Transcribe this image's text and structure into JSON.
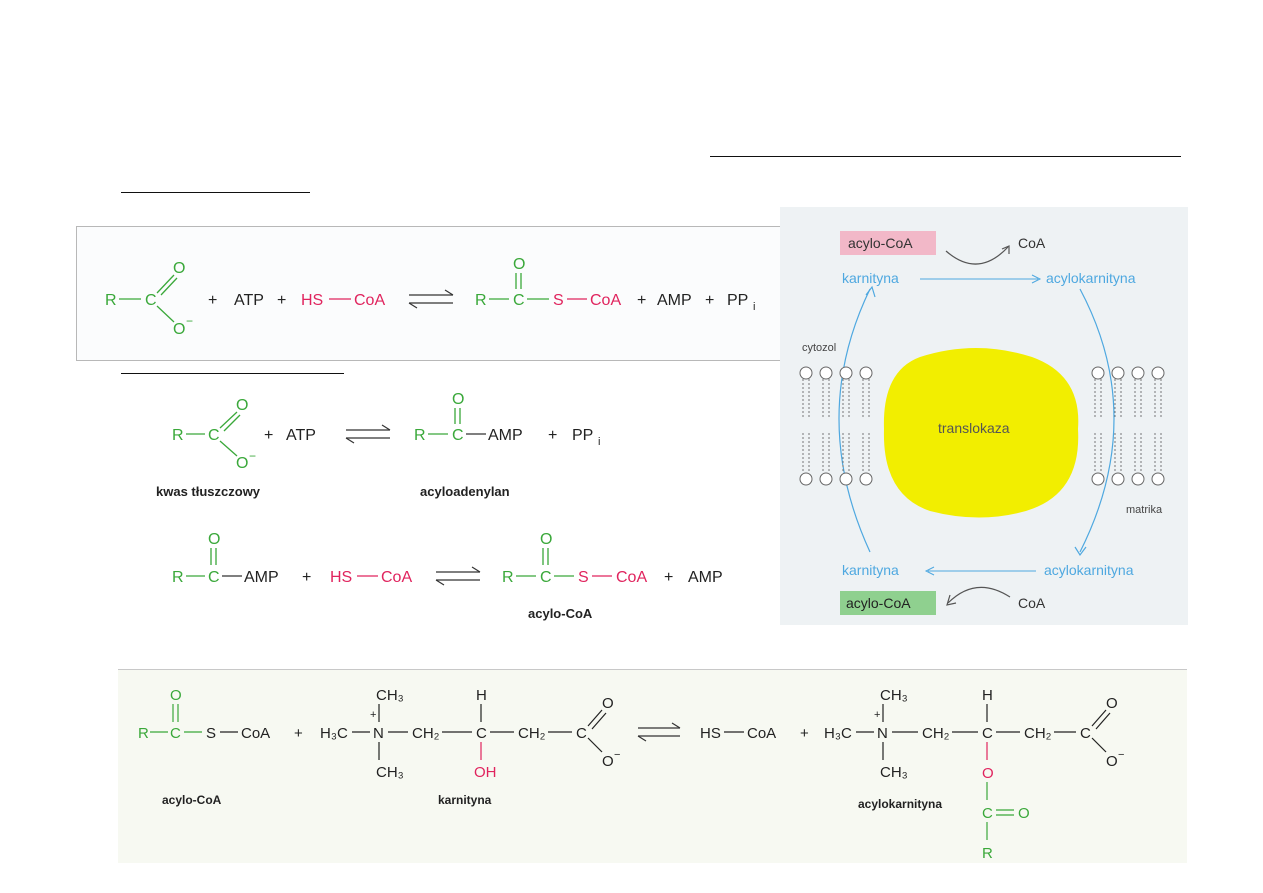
{
  "colors": {
    "acyl_group": "#3aa83a",
    "coa_thiol": "#e0245e",
    "carnitine_arrow": "#4ea8e0",
    "translocase": "#f2ee00",
    "acylcoa_cytosol_box": "#f2b8c8",
    "acylcoa_matrix_box": "#8fd08f"
  },
  "reaction_overall": {
    "R": "R",
    "C": "C",
    "O_top": "O",
    "O_minus": "O",
    "charge": "−",
    "plus1": "+",
    "ATP": "ATP",
    "plus2": "+",
    "HS": "HS",
    "CoA": "CoA",
    "prod_R": "R",
    "prod_C": "C",
    "prod_O": "O",
    "prod_S": "S",
    "prod_CoA": "CoA",
    "plus3": "+",
    "AMP": "AMP",
    "plus4": "+",
    "PP": "PP",
    "PP_sub": "i"
  },
  "reaction_step1": {
    "R": "R",
    "C": "C",
    "O_top": "O",
    "O_minus": "O",
    "charge": "−",
    "plus1": "+",
    "ATP": "ATP",
    "prod_R": "R",
    "prod_C": "C",
    "prod_O": "O",
    "prod_AMP": "AMP",
    "plus2": "+",
    "PP": "PP",
    "PP_sub": "i",
    "label_fatty_acid": "kwas tłuszczowy",
    "label_acyladenylate": "acyloadenylan"
  },
  "reaction_step2": {
    "R": "R",
    "C": "C",
    "O_top": "O",
    "AMP": "AMP",
    "plus1": "+",
    "HS": "HS",
    "CoA": "CoA",
    "prod_R": "R",
    "prod_C": "C",
    "prod_O": "O",
    "prod_S": "S",
    "prod_CoA": "CoA",
    "plus2": "+",
    "prod_AMP": "AMP",
    "label_acylcoa": "acylo-CoA"
  },
  "translocase_diagram": {
    "acylcoa_top": "acylo-CoA",
    "coa_top": "CoA",
    "carnitine_top": "karnityna",
    "acylcarnitine_top": "acylokarnityna",
    "cytosol": "cytozol",
    "translocase": "translokaza",
    "matrix": "matrika",
    "carnitine_bottom": "karnityna",
    "acylcarnitine_bottom": "acylokarnityna",
    "acylcoa_bottom": "acylo-CoA",
    "coa_bottom": "CoA"
  },
  "reaction_carnitine": {
    "O_top": "O",
    "R": "R",
    "C": "C",
    "S": "S",
    "CoA": "CoA",
    "plus1": "+",
    "H3C": "H₃C",
    "N": "N",
    "N_charge": "+",
    "CH3_top": "CH₃",
    "CH3_bottom": "CH₃",
    "CH2_1": "CH₂",
    "H": "H",
    "C_center": "C",
    "OH": "OH",
    "CH2_2": "CH₂",
    "C_carboxyl": "C",
    "O_carboxyl_top": "O",
    "O_carboxyl_bottom": "O",
    "carboxyl_charge": "−",
    "HS": "HS",
    "HS_CoA": "CoA",
    "plus2": "+",
    "p_H3C": "H₃C",
    "p_N": "N",
    "p_N_charge": "+",
    "p_CH3_top": "CH₃",
    "p_CH3_bottom": "CH₃",
    "p_CH2_1": "CH₂",
    "p_H": "H",
    "p_C_center": "C",
    "p_CH2_2": "CH₂",
    "p_C_carboxyl": "C",
    "p_O_top": "O",
    "p_O_bottom": "O",
    "p_charge": "−",
    "p_O_ester": "O",
    "p_C_acyl": "C",
    "p_O_acyl": "O",
    "p_R": "R",
    "label_acylcoa": "acylo-CoA",
    "label_carnitine": "karnityna",
    "label_acylcarnitine": "acylokarnityna"
  }
}
